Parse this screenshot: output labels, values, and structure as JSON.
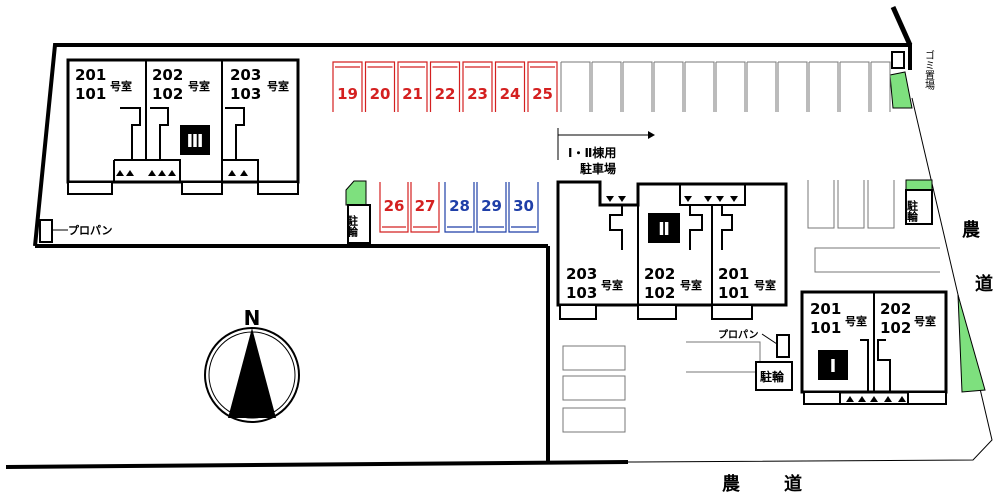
{
  "colors": {
    "line": "#000000",
    "red_space": "#d42020",
    "blue_space": "#1f3fa8",
    "white_space": "#777777",
    "green": "#7ee07e",
    "bg": "#ffffff"
  },
  "buildings": {
    "b3": {
      "label": "Ⅲ",
      "rooms": [
        {
          "top": "201",
          "bottom": "101",
          "suffix": "号室"
        },
        {
          "top": "202",
          "bottom": "102",
          "suffix": "号室"
        },
        {
          "top": "203",
          "bottom": "103",
          "suffix": "号室"
        }
      ]
    },
    "b2": {
      "label": "Ⅱ",
      "rooms": [
        {
          "top": "203",
          "bottom": "103",
          "suffix": "号室"
        },
        {
          "top": "202",
          "bottom": "102",
          "suffix": "号室"
        },
        {
          "top": "201",
          "bottom": "101",
          "suffix": "号室"
        }
      ]
    },
    "b1": {
      "label": "Ⅰ",
      "rooms": [
        {
          "top": "201",
          "bottom": "101",
          "suffix": "号室"
        },
        {
          "top": "202",
          "bottom": "102",
          "suffix": "号室"
        }
      ]
    }
  },
  "parking": {
    "red_top": [
      "19",
      "20",
      "21",
      "22",
      "23",
      "24",
      "25"
    ],
    "red_mid": [
      "26",
      "27"
    ],
    "blue_mid": [
      "28",
      "29",
      "30"
    ],
    "shared_label_line1": "Ⅰ・Ⅱ棟用",
    "shared_label_line2": "駐車場"
  },
  "labels": {
    "gomi": "ゴミ置場",
    "propane_left": "プロパン",
    "propane_right": "プロパン",
    "bike_left": "駐輪",
    "bike_mid": "駐輪",
    "bike_right": "駐輪",
    "road_right_1": "農",
    "road_right_2": "道",
    "road_bottom_1": "農",
    "road_bottom_2": "道",
    "north": "N"
  }
}
